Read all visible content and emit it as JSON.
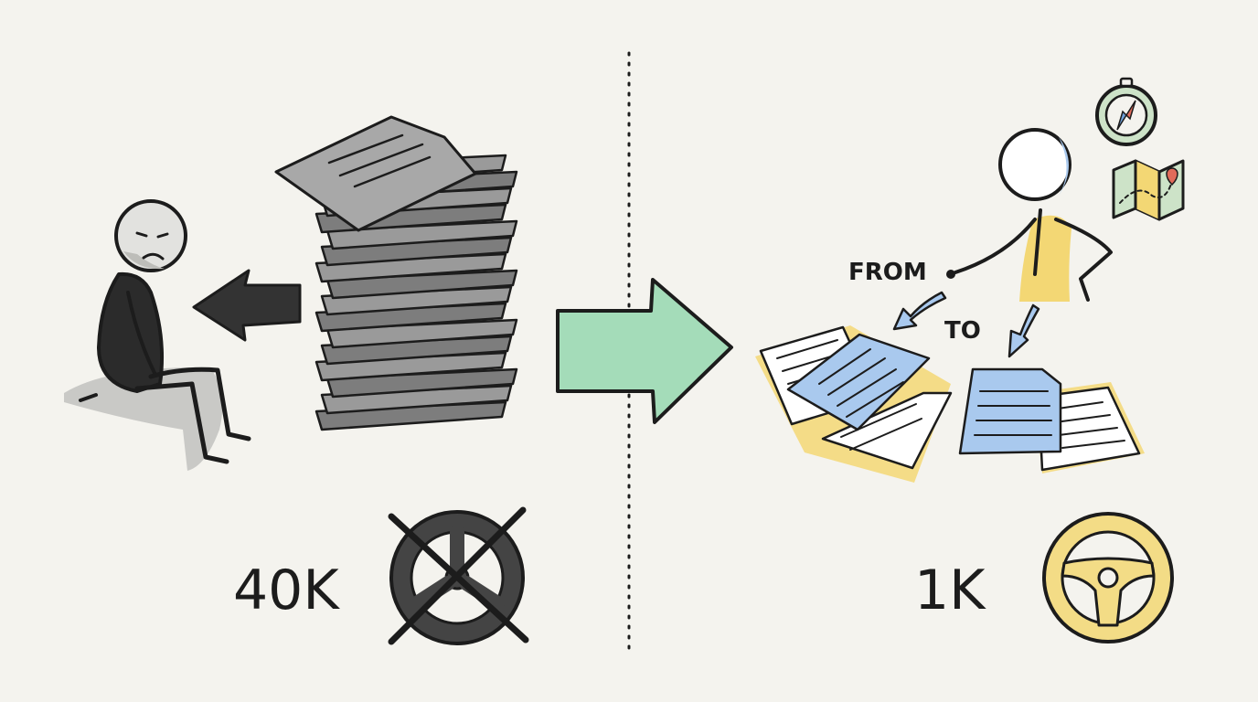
{
  "left_panel": {
    "count_label": "40K"
  },
  "right_panel": {
    "count_label": "1K",
    "from_label": "FROM",
    "to_label": "TO"
  },
  "colors": {
    "background": "#f4f3ee",
    "ink": "#1c1c1c",
    "paper_gray": "#8a8a8a",
    "arrow_dark": "#333333",
    "arrow_green": "#a4dcb9",
    "doc_blue": "#a9c9ee",
    "accent_yellow": "#f3d774",
    "wheel_dark": "#444444",
    "wheel_yellow": "#f3dc86",
    "compass_green": "#cde3c8"
  },
  "icons": [
    "sad-person-icon",
    "paper-stack-icon",
    "crossed-steering-wheel-icon",
    "compass-icon",
    "map-icon",
    "steering-wheel-icon",
    "document-icon"
  ]
}
